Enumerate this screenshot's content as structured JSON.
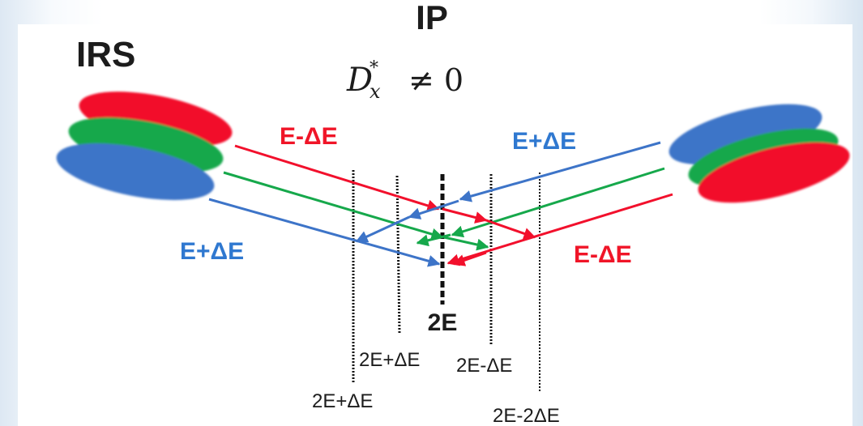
{
  "title": "IP",
  "irs_label": "IRS",
  "condition": {
    "symbol": "D",
    "sub": "x",
    "sup": "*",
    "relation": "≠ 0"
  },
  "beam_labels": {
    "left_red": "E-ΔE",
    "left_blue": "E+ΔE",
    "right_blue": "E+ΔE",
    "right_red": "E-ΔE"
  },
  "plane_labels": {
    "center": "2E",
    "inner_left": "2E+ΔE",
    "inner_right": "2E-ΔE",
    "outer_left": "2E+ΔE",
    "outer_right": "2E-2ΔE"
  },
  "colors": {
    "red": "#f2102c",
    "green": "#16a84b",
    "blue": "#3d74c8",
    "label_blue": "#2f78d0",
    "label_red": "#f01528",
    "text": "#1c1c1c"
  }
}
